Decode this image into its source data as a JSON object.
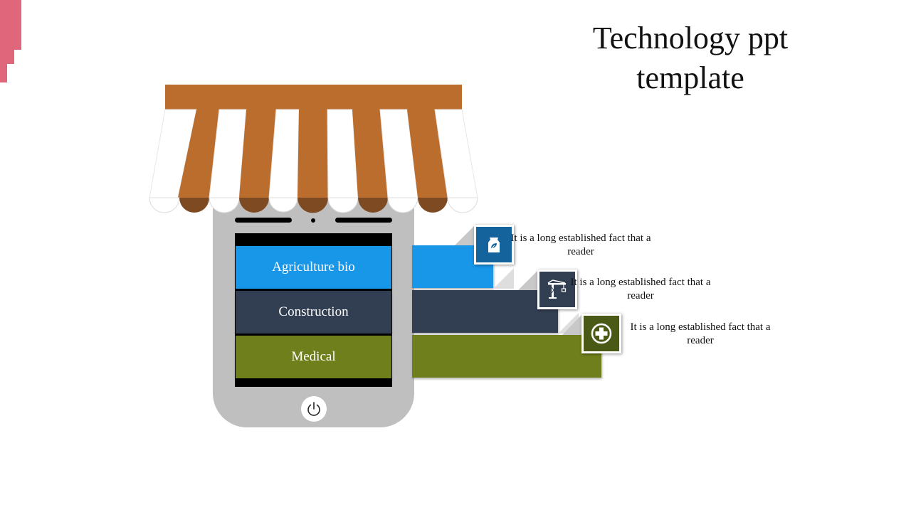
{
  "title": "Technology ppt template",
  "colors": {
    "awning_brown": "#bb6d2e",
    "awning_dark": "#7d4a22",
    "phone_gray": "#bfbfbf",
    "agriculture": "#1896e8",
    "construction": "#323e52",
    "medical": "#6e7f1c",
    "accent_pink": "#e0667c"
  },
  "items": [
    {
      "label": "Agriculture bio",
      "icon": "seed-bag-icon",
      "text": "It is a long established fact that a reader"
    },
    {
      "label": "Construction",
      "icon": "crane-icon",
      "text": "It is a long established fact that a reader"
    },
    {
      "label": "Medical",
      "icon": "medical-cross-icon",
      "text": "It is a long established fact that a reader"
    }
  ]
}
